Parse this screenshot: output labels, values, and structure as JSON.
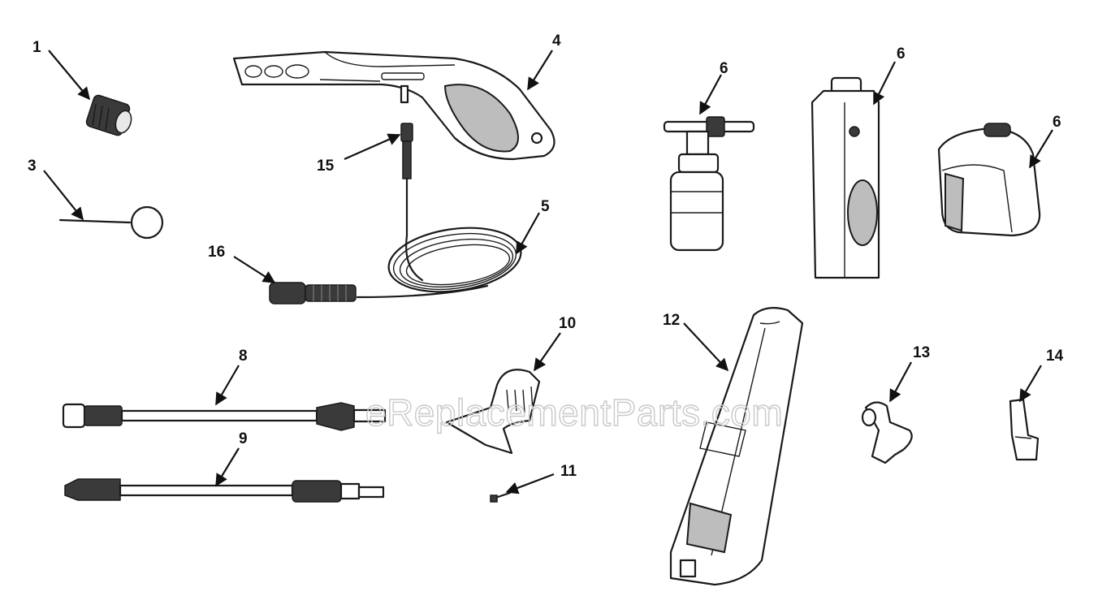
{
  "diagram": {
    "watermark": "eReplacementParts.com",
    "callouts": [
      {
        "id": "c1",
        "label": "1"
      },
      {
        "id": "c3",
        "label": "3"
      },
      {
        "id": "c4",
        "label": "4"
      },
      {
        "id": "c15",
        "label": "15"
      },
      {
        "id": "c5",
        "label": "5"
      },
      {
        "id": "c16",
        "label": "16"
      },
      {
        "id": "c6a",
        "label": "6"
      },
      {
        "id": "c6b",
        "label": "6"
      },
      {
        "id": "c6c",
        "label": "6"
      },
      {
        "id": "c10",
        "label": "10"
      },
      {
        "id": "c8",
        "label": "8"
      },
      {
        "id": "c9",
        "label": "9"
      },
      {
        "id": "c11",
        "label": "11"
      },
      {
        "id": "c12",
        "label": "12"
      },
      {
        "id": "c13",
        "label": "13"
      },
      {
        "id": "c14",
        "label": "14"
      }
    ]
  }
}
